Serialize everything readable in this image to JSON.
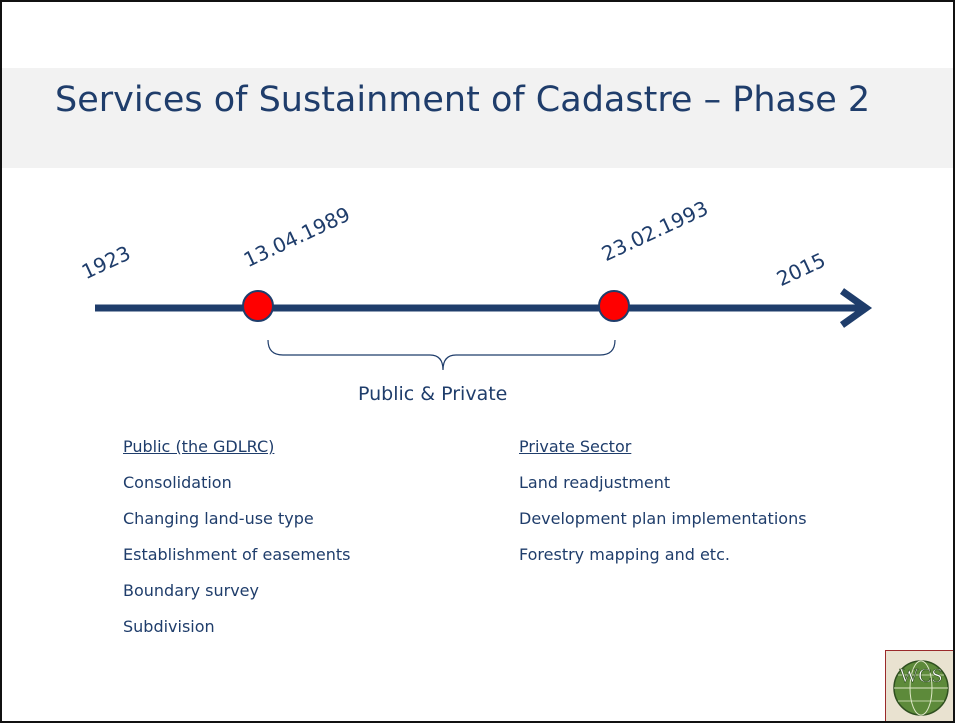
{
  "slide": {
    "title": "Services of Sustainment of Cadastre – Phase 2",
    "timeline": {
      "dates": [
        "1923",
        "13.04.1989",
        "23.02.1993",
        "2015"
      ],
      "bracket_label": "Public & Private"
    },
    "public_column": {
      "heading": "Public (the GDLRC)",
      "items": [
        "Consolidation",
        "Changing land-use type",
        "Establishment of easements",
        "Boundary survey",
        "Subdivision"
      ]
    },
    "private_column": {
      "heading": "Private Sector",
      "items": [
        "Land readjustment",
        "Development plan implementations",
        "Forestry mapping and etc."
      ]
    },
    "logo_text": "WCS",
    "colors": {
      "accent": "#1f3d6b",
      "marker": "#ff0000",
      "title_band": "#f2f2f2"
    }
  }
}
